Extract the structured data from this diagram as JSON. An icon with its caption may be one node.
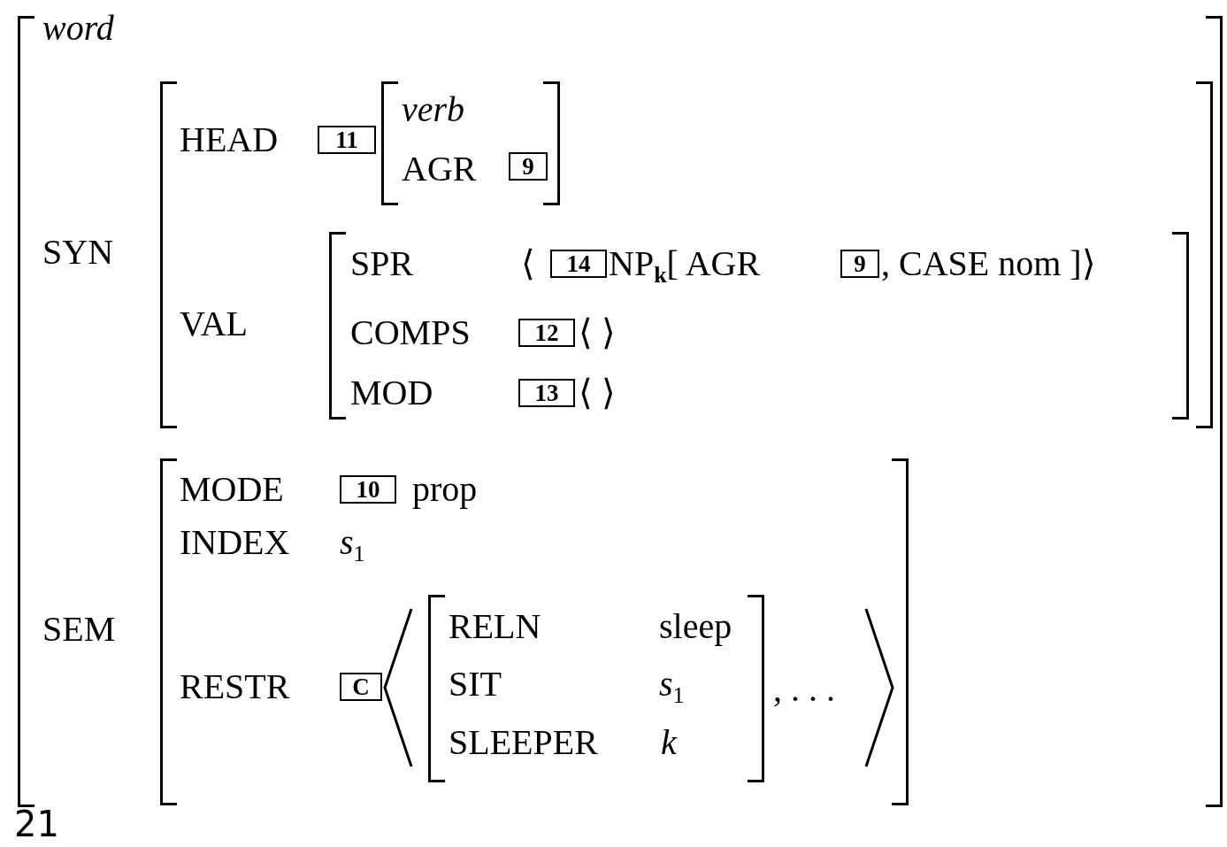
{
  "diagram": {
    "nodes": [
      {
        "text": [
          "word",
          "SYN",
          "SEM"
        ]
      },
      {
        "text": [
          "HEAD",
          "VAL"
        ],
        "in": 0
      },
      {
        "text": [
          "11"
        ],
        "in": 1
      },
      {
        "text": [
          "verb",
          "AGR"
        ],
        "in": 1
      },
      {
        "text": [
          "9"
        ],
        "in": 3
      },
      {
        "text": [
          "SPR",
          "⟨",
          "NP$_{k}$[ AGR",
          ", CASE nom ]⟩",
          "COMPS",
          "⟨ ⟩",
          "MOD",
          "⟨ ⟩"
        ],
        "in": 1
      },
      {
        "text": [
          "14"
        ],
        "in": 5
      },
      {
        "text": [
          "9"
        ],
        "in": 5
      },
      {
        "text": [
          "12"
        ],
        "in": 5
      },
      {
        "text": [
          "13"
        ],
        "in": 5
      },
      {
        "text": [
          "MODE",
          "prop",
          "INDEX",
          "*s*$_{1}$",
          "RESTR",
          ", . . ."
        ],
        "in": 0
      },
      {
        "text": [
          "10"
        ],
        "in": 10
      },
      {
        "text": [
          "C"
        ],
        "in": 10
      },
      {
        "text": [
          "RELN",
          "sleep",
          "SIT",
          "*s*$_{1}$",
          "SLEEPER",
          "k"
        ],
        "in": 10
      }
    ],
    "labels": [
      "21"
    ]
  }
}
